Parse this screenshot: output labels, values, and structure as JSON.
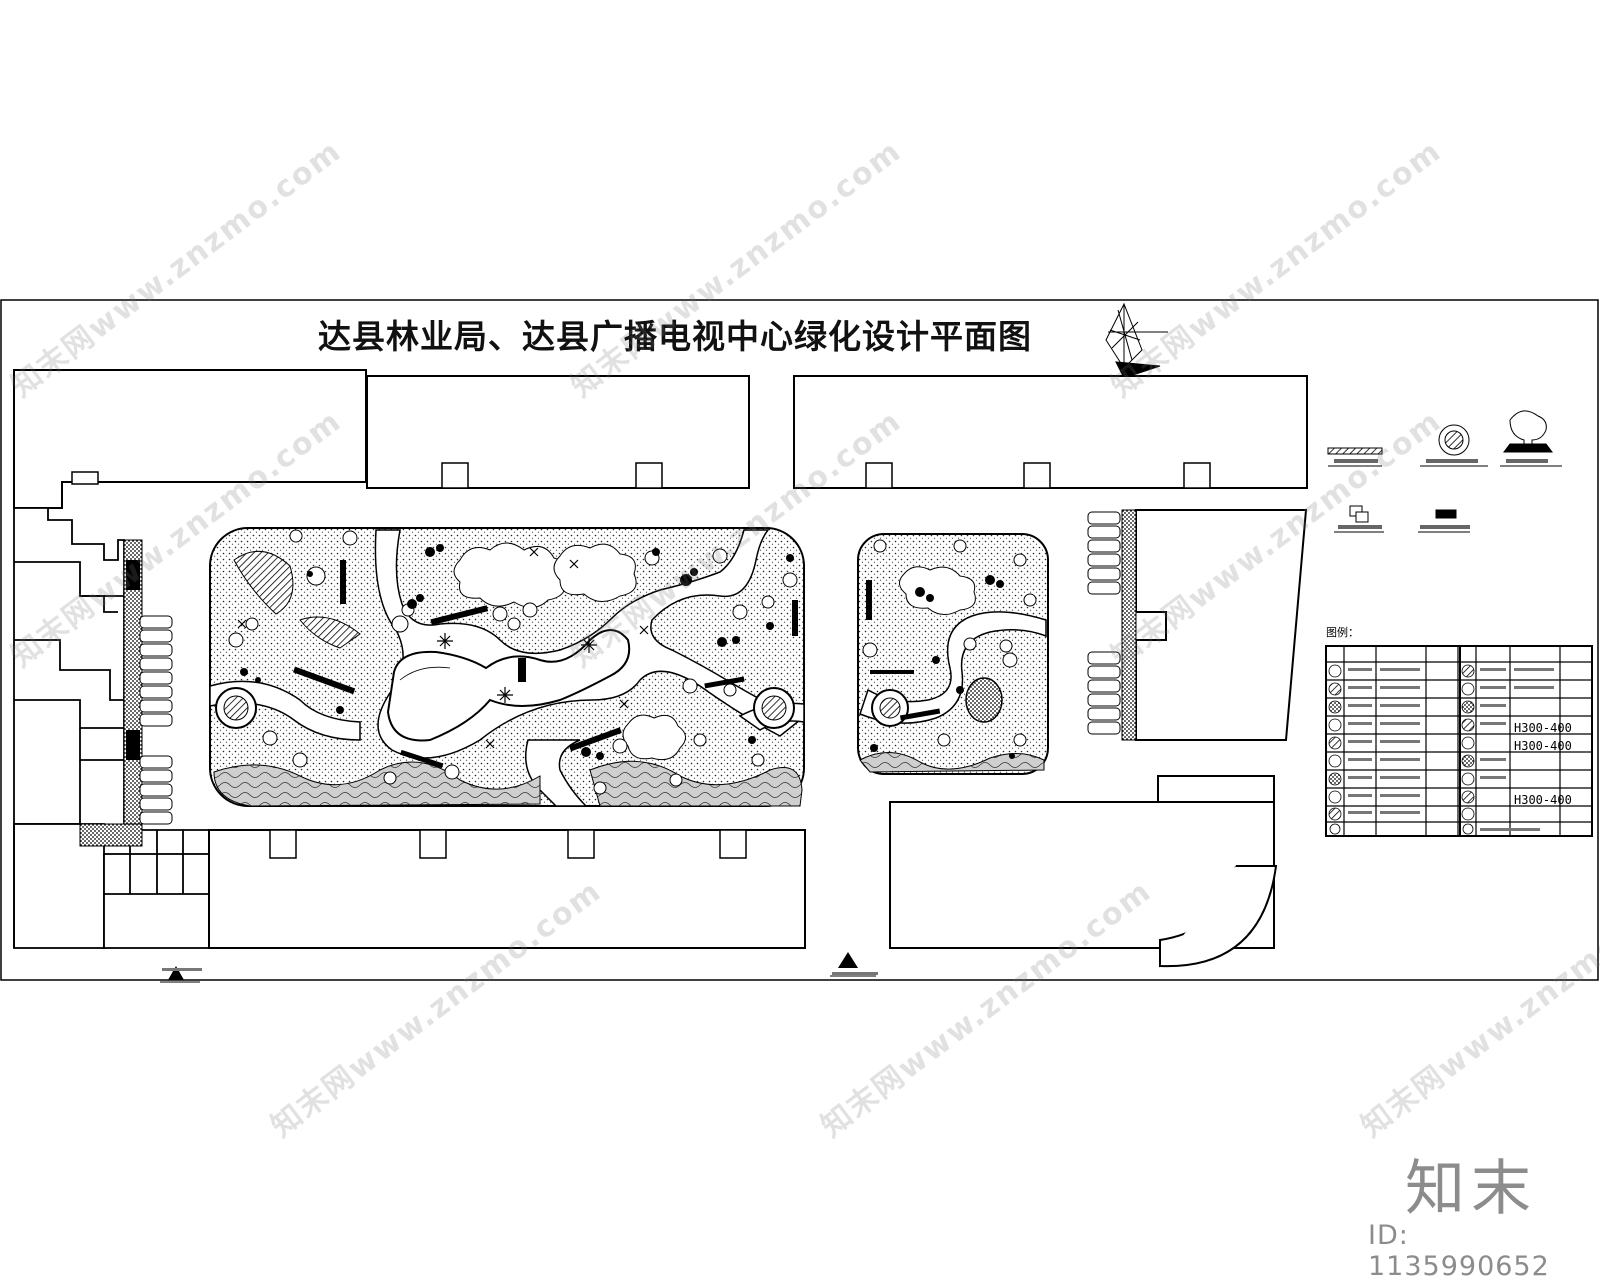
{
  "title": "达县林业局、达县广播电视中心绿化设计平面图",
  "legend_heading": "图例：",
  "watermark": {
    "brand": "知末",
    "id_text": "ID: 1135990652",
    "diagonal_text": "知末网www.znzmo.com"
  },
  "legend_table": {
    "rows": [
      [
        "",
        "H300-400"
      ],
      [
        "",
        "H300-400"
      ],
      [
        "",
        "H300-400"
      ]
    ]
  }
}
